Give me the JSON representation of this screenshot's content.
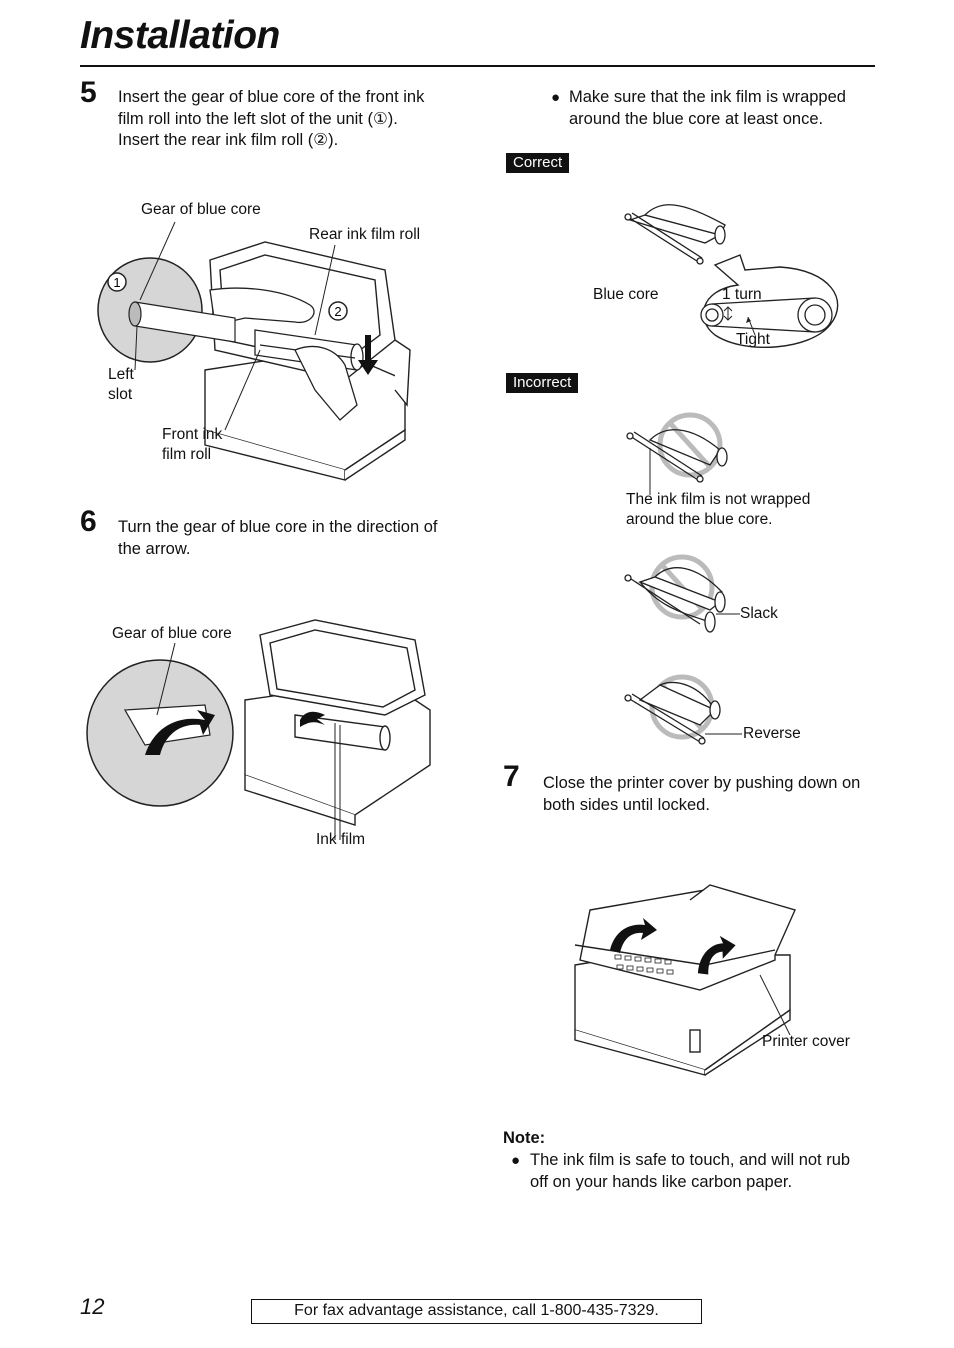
{
  "header": {
    "title": "Installation"
  },
  "steps": {
    "s5": {
      "number": "5",
      "text_line1": "Insert the gear of blue core of the front ink",
      "text_line2": "film roll into the left slot of the unit (①).",
      "text_line3": "Insert the rear ink film roll (②).",
      "labels": {
        "gear": "Gear of blue core",
        "rear": "Rear ink film roll",
        "left1": "Left",
        "left2": "slot",
        "front1": "Front ink",
        "front2": "film roll",
        "c1": "1",
        "c2": "2"
      }
    },
    "s6": {
      "number": "6",
      "text_line1": "Turn the gear of blue core in the direction of",
      "text_line2": "the arrow.",
      "labels": {
        "gear": "Gear of blue core",
        "ink_film": "Ink film"
      }
    },
    "s7": {
      "number": "7",
      "text_line1": "Close the printer cover by pushing down on",
      "text_line2": "both sides until locked.",
      "labels": {
        "printer_cover": "Printer cover"
      }
    }
  },
  "right": {
    "bullet_line1": "Make sure that the ink film is wrapped",
    "bullet_line2": "around the blue core at least once.",
    "correct_tag": "Correct",
    "incorrect_tag": "Incorrect",
    "blue_core": "Blue core",
    "one_turn": "1 turn",
    "tight": "Tight",
    "not_wrapped1": "The ink film is not wrapped",
    "not_wrapped2": "around the blue core.",
    "slack": "Slack",
    "reverse": "Reverse"
  },
  "note": {
    "heading": "Note:",
    "line1": "The ink film is safe to touch, and will not rub",
    "line2": "off on your hands like carbon paper."
  },
  "footer": {
    "page_number": "12",
    "assistance": "For fax advantage assistance, call 1-800-435-7329."
  }
}
